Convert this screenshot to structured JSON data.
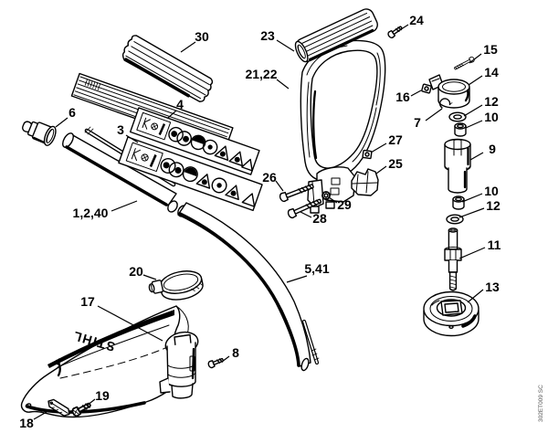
{
  "figure": {
    "brand_text": "STIHL",
    "watermark": "302ET009 SC",
    "callouts": [
      {
        "part": "30"
      },
      {
        "part": "23"
      },
      {
        "part": "24"
      },
      {
        "part": "21,22"
      },
      {
        "part": "15"
      },
      {
        "part": "14"
      },
      {
        "part": "16"
      },
      {
        "part": "12"
      },
      {
        "part": "10"
      },
      {
        "part": "7"
      },
      {
        "part": "9"
      },
      {
        "part": "27"
      },
      {
        "part": "25"
      },
      {
        "part": "26"
      },
      {
        "part": "29"
      },
      {
        "part": "28"
      },
      {
        "part": "10"
      },
      {
        "part": "12"
      },
      {
        "part": "11"
      },
      {
        "part": "13"
      },
      {
        "part": "6"
      },
      {
        "part": "4"
      },
      {
        "part": "3"
      },
      {
        "part": "1,2,40"
      },
      {
        "part": "5,41"
      },
      {
        "part": "20"
      },
      {
        "part": "17"
      },
      {
        "part": "8"
      },
      {
        "part": "19"
      },
      {
        "part": "18"
      }
    ]
  }
}
